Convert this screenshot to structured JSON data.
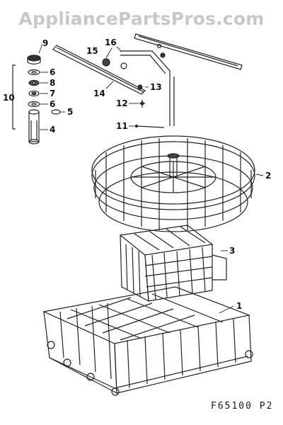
{
  "watermark": "AppliancePartsPros.com",
  "figure_code": "F65100 P2",
  "callouts": [
    {
      "id": "9",
      "label": "9"
    },
    {
      "id": "6a",
      "label": "6"
    },
    {
      "id": "8",
      "label": "8"
    },
    {
      "id": "7",
      "label": "7"
    },
    {
      "id": "6b",
      "label": "6"
    },
    {
      "id": "5",
      "label": "5"
    },
    {
      "id": "4",
      "label": "4"
    },
    {
      "id": "10",
      "label": "10"
    },
    {
      "id": "15",
      "label": "15"
    },
    {
      "id": "16",
      "label": "16"
    },
    {
      "id": "14",
      "label": "14"
    },
    {
      "id": "13",
      "label": "13"
    },
    {
      "id": "12",
      "label": "12"
    },
    {
      "id": "11",
      "label": "11"
    },
    {
      "id": "2",
      "label": "2"
    },
    {
      "id": "3",
      "label": "3"
    },
    {
      "id": "1",
      "label": "1"
    }
  ]
}
